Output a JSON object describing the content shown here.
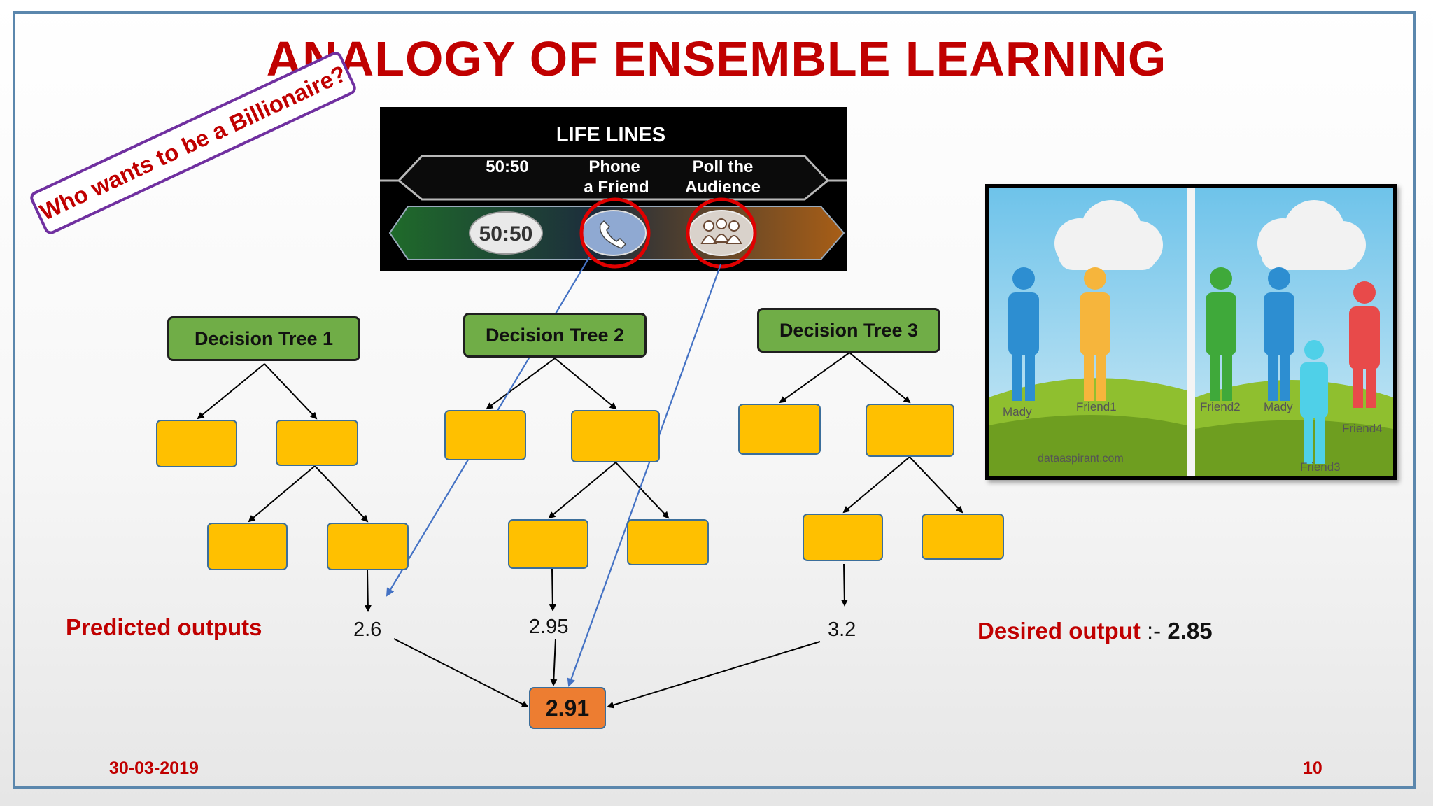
{
  "title": "ANALOGY OF ENSEMBLE LEARNING",
  "billionaire_label": "Who wants to be a Billionaire?",
  "lifelines": {
    "header": "LIFE LINES",
    "col1": "50:50",
    "col2_line1": "Phone",
    "col2_line2": "a Friend",
    "col3_line1": "Poll the",
    "col3_line2": "Audience",
    "badge": "50:50"
  },
  "trees": [
    {
      "label": "Decision Tree 1",
      "output": "2.6"
    },
    {
      "label": "Decision Tree 2",
      "output": "2.95"
    },
    {
      "label": "Decision Tree 3",
      "output": "3.2"
    }
  ],
  "predicted_outputs_label": "Predicted outputs",
  "final_output": "2.91",
  "desired_output": {
    "label": "Desired output",
    "sep": " :- ",
    "value": "2.85"
  },
  "people_image": {
    "names": [
      "Mady",
      "Friend1",
      "Friend2",
      "Mady",
      "Friend4",
      "Friend3"
    ],
    "credit": "dataaspirant.com"
  },
  "footer": {
    "date": "30-03-2019",
    "page": "10"
  },
  "colors": {
    "title": "#c00000",
    "tree_label": "#70ad47",
    "leaf": "#ffc000",
    "final_box": "#ed7d31",
    "frame": "#5b87ad",
    "pointer_arrow": "#4472c4",
    "billionaire_border": "#7030a0"
  }
}
